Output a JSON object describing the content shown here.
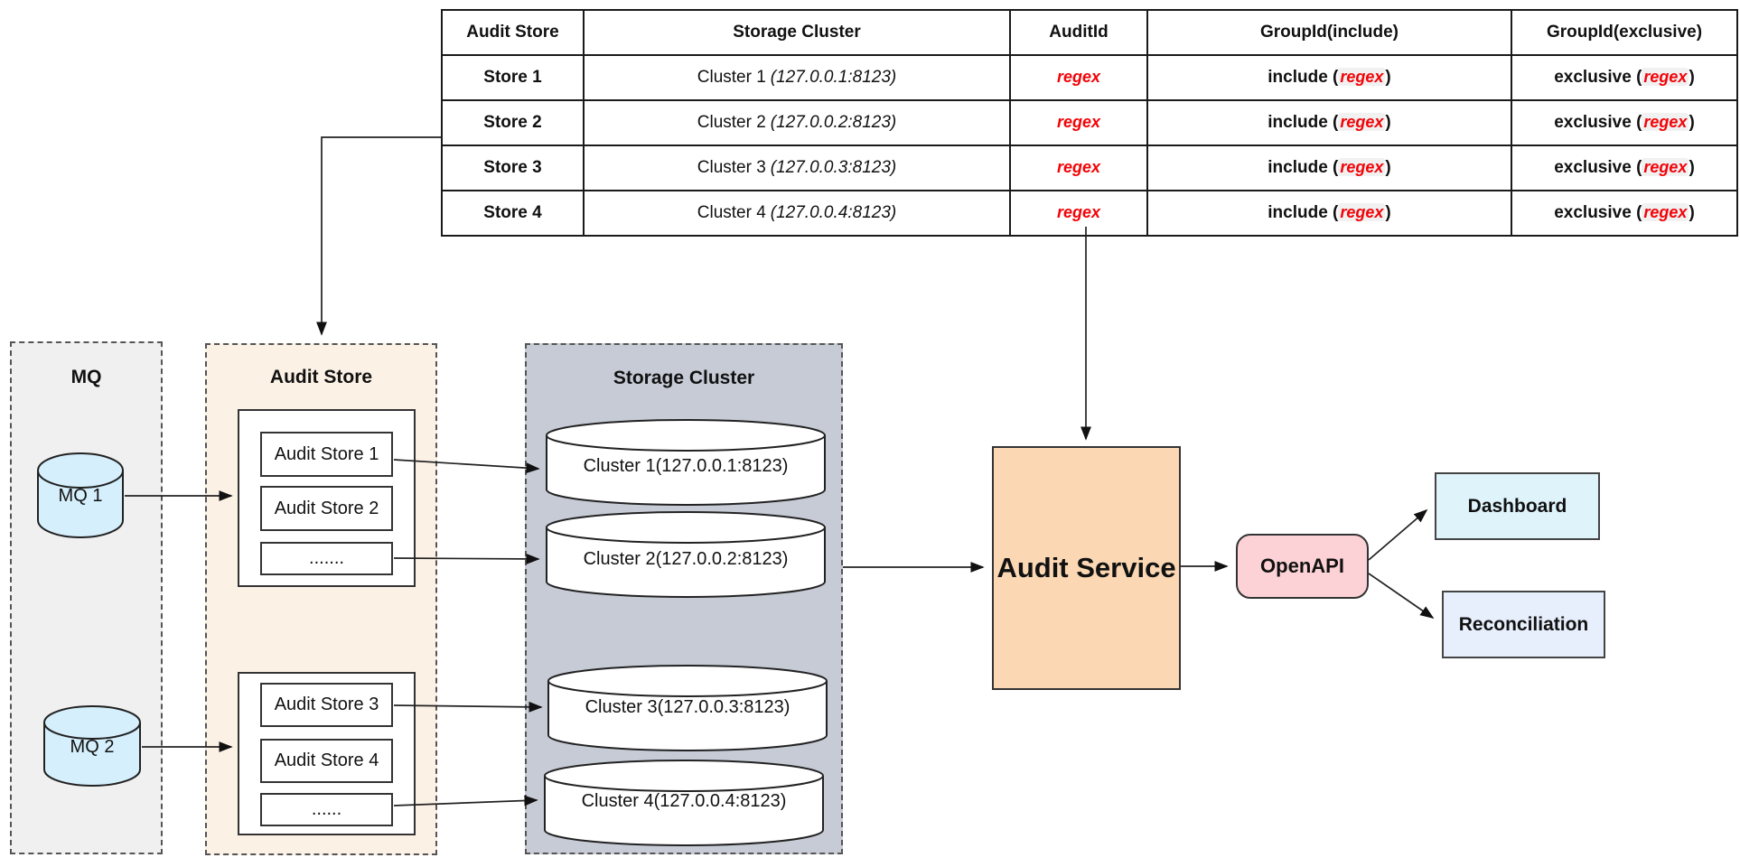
{
  "table": {
    "headers": [
      "Audit Store",
      "Storage Cluster",
      "AuditId",
      "GroupId(include)",
      "GroupId(exclusive)"
    ],
    "include_open": "include (",
    "exclusive_open": "exclusive (",
    "close": ")",
    "rows": [
      {
        "store": "Store 1",
        "cluster_name": "Cluster 1",
        "cluster_addr": "(127.0.0.1:8123)",
        "audit_id": "regex",
        "group_include": "regex",
        "group_exclusive": "regex"
      },
      {
        "store": "Store 2",
        "cluster_name": "Cluster 2",
        "cluster_addr": "(127.0.0.2:8123)",
        "audit_id": "regex",
        "group_include": "regex",
        "group_exclusive": "regex"
      },
      {
        "store": "Store 3",
        "cluster_name": "Cluster 3",
        "cluster_addr": "(127.0.0.3:8123)",
        "audit_id": "regex",
        "group_include": "regex",
        "group_exclusive": "regex"
      },
      {
        "store": "Store 4",
        "cluster_name": "Cluster 4",
        "cluster_addr": "(127.0.0.4:8123)",
        "audit_id": "regex",
        "group_include": "regex",
        "group_exclusive": "regex"
      }
    ]
  },
  "diagram": {
    "mq": {
      "title": "MQ",
      "nodes": [
        "MQ 1",
        "MQ 2"
      ]
    },
    "audit_store": {
      "title": "Audit Store",
      "group1": [
        "Audit Store 1",
        "Audit Store 2",
        "......."
      ],
      "group2": [
        "Audit Store 3",
        "Audit Store 4",
        "......"
      ]
    },
    "storage_cluster": {
      "title": "Storage Cluster",
      "clusters": [
        "Cluster 1(127.0.0.1:8123)",
        "Cluster 2(127.0.0.2:8123)",
        "Cluster 3(127.0.0.3:8123)",
        "Cluster 4(127.0.0.4:8123)"
      ]
    },
    "audit_service": {
      "label": "Audit Service"
    },
    "openapi": {
      "label": "OpenAPI"
    },
    "dashboard": {
      "label": "Dashboard"
    },
    "reconciliation": {
      "label": "Reconciliation"
    }
  },
  "colors": {
    "regex_red": "#f20408",
    "regex_highlight": "#f1f1f2",
    "mq_zone_fill": "#f0f0f1",
    "audit_store_zone_fill": "#fcf1e5",
    "storage_zone_fill": "#c6cbd6",
    "mq_cylinder_fill": "#d5effc",
    "storage_cylinder_fill": "#ffffff",
    "audit_service_fill": "#fbd7b3",
    "openapi_fill": "#fcd2d6",
    "dashboard_fill": "#dff3fb",
    "reconciliation_fill": "#e7eefc"
  }
}
